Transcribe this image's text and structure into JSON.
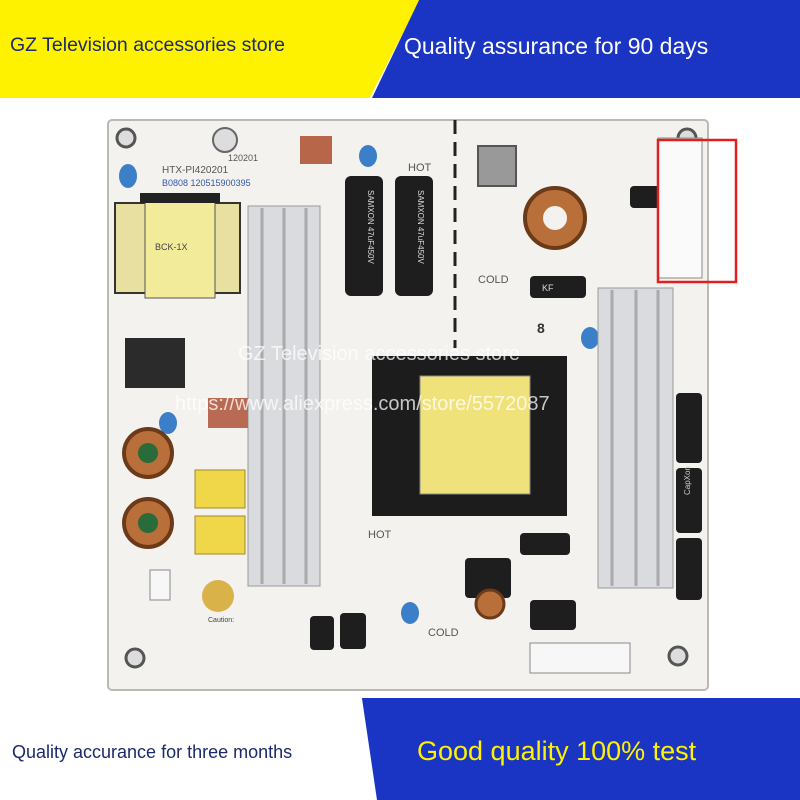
{
  "banner": {
    "store_name": "GZ Television accessories store",
    "quality_90": "Quality assurance for 90 days",
    "quality_3m": "Quality accurance for three months",
    "good_quality": "Good quality 100% test"
  },
  "board": {
    "model": "HTX-PI420201",
    "model_short": "120201",
    "serial": "B0808 120515900395",
    "hot_label": "HOT",
    "cold_label": "COLD",
    "hot_label_2": "HOT",
    "cold_label_2": "COLD",
    "caution_title": "Caution:",
    "cap_text": "SAMXON 47uF450V",
    "transformer_mark": "BCK-1X",
    "number_8": "8",
    "capxon": "CapXon",
    "kf_cap": "KF"
  },
  "watermark": {
    "line1": "GZ Television accessories store",
    "line2": "https://www.aliexpress.com/store/5572087"
  },
  "colors": {
    "yellow": "#fff200",
    "blue": "#1a35c4",
    "highlight_box": "#e02020"
  }
}
